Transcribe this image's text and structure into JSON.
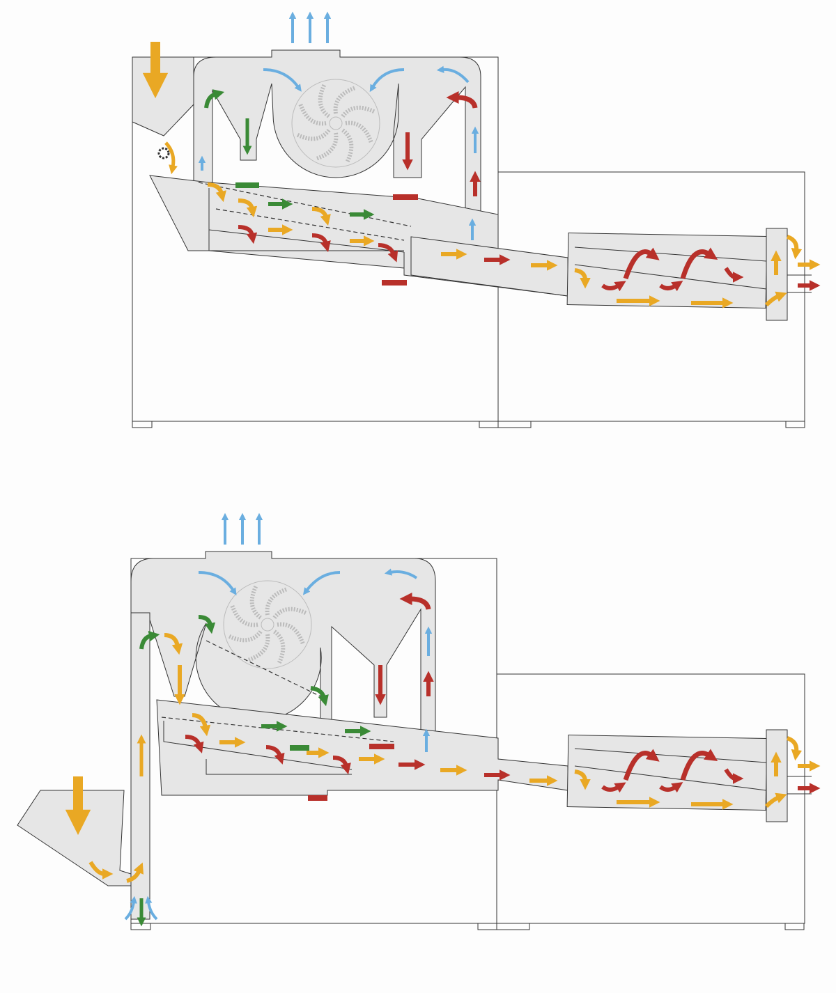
{
  "diagram": {
    "type": "process-flow",
    "panels": [
      {
        "id": "top-machine"
      },
      {
        "id": "bottom-machine"
      }
    ],
    "colors": {
      "product": "#e9a824",
      "heavy_fraction": "#b8302a",
      "light_fraction": "#3a8a36",
      "air": "#6aaee0",
      "machine_body": "#e6e6e6",
      "outline": "#333333"
    },
    "icons": [
      "product-flow-arrow-icon",
      "heavy-fraction-arrow-icon",
      "light-fraction-arrow-icon",
      "airflow-arrow-icon",
      "fan-wheel-icon"
    ]
  }
}
